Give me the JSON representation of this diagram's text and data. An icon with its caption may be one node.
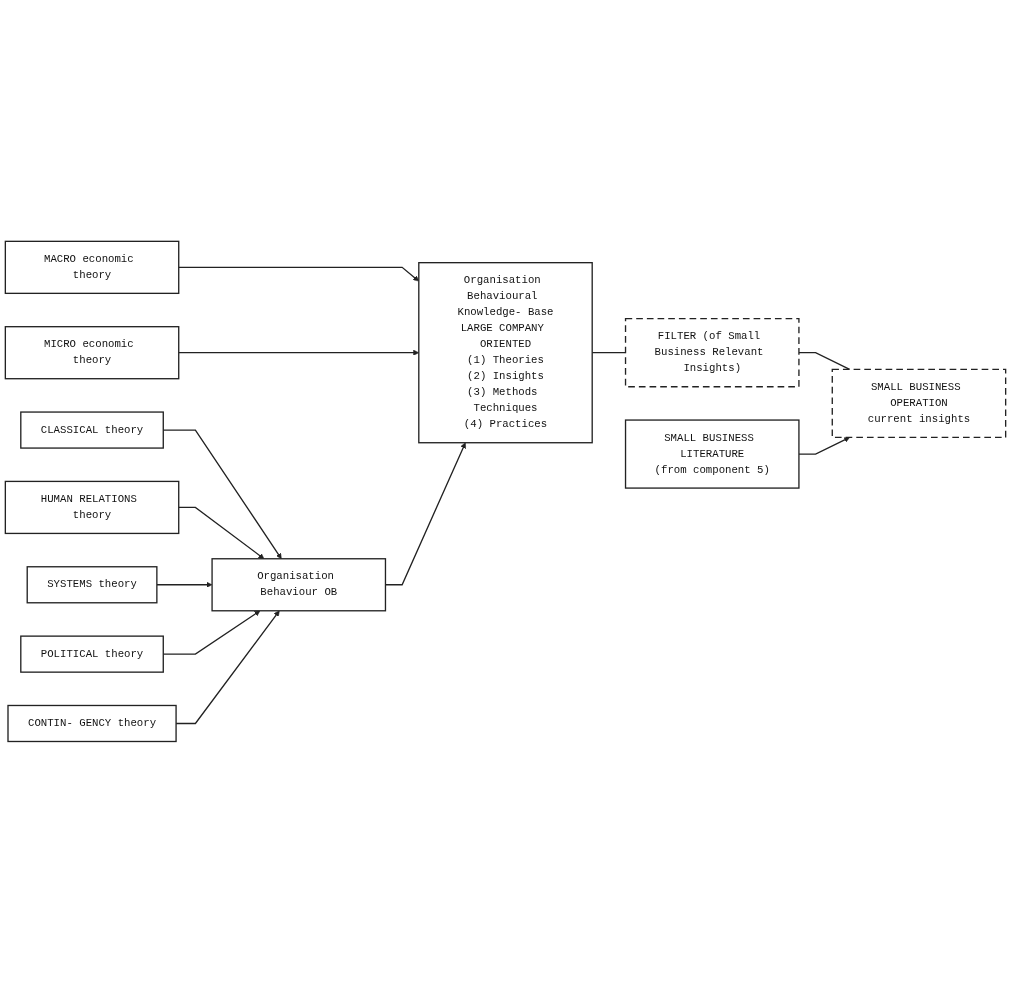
{
  "diagram": {
    "nodes": [
      {
        "text": [
          "MACRO economic theory"
        ]
      },
      {
        "text": [
          "MICRO economic theory"
        ]
      },
      {
        "text": [
          "CLASSICAL theory"
        ]
      },
      {
        "text": [
          "HUMAN RELATIONS theory"
        ]
      },
      {
        "text": [
          "SYSTEMS theory"
        ]
      },
      {
        "text": [
          "POLITICAL theory"
        ]
      },
      {
        "text": [
          "CONTIN- GENCY theory"
        ]
      },
      {
        "text": [
          "Organisation Behaviour OB"
        ]
      },
      {
        "text": [
          "Organisation Behavioural Knowledge- Base",
          "LARGE COMPANY ORIENTED",
          "(1) Theories",
          "(2) Insights",
          "(3) Methods Techniques",
          "(4) Practices"
        ]
      },
      {
        "text": [
          "SMALL BUSINESS LITERATURE",
          "(from component 5)"
        ]
      },
      {
        "text": [
          "FILTER (of Small Business Relevant Insights)"
        ]
      },
      {
        "text": [
          "SMALL BUSINESS OPERATION",
          "current insights"
        ]
      }
    ],
    "edges": [
      {
        "from": 0,
        "to": 8,
        "arrow": "to"
      },
      {
        "from": 1,
        "to": 8,
        "arrow": "to"
      },
      {
        "from": 2,
        "to": 7,
        "arrow": "to"
      },
      {
        "from": 3,
        "to": 7,
        "arrow": "to"
      },
      {
        "from": 4,
        "to": 7,
        "arrow": "to"
      },
      {
        "from": 5,
        "to": 7,
        "arrow": "to"
      },
      {
        "from": 6,
        "to": 7,
        "arrow": "to"
      },
      {
        "from": 7,
        "to": 8,
        "arrow": "to"
      },
      {
        "from": 8,
        "to": 10,
        "arrow": "none"
      },
      {
        "from": 10,
        "to": 11,
        "arrow": "none"
      },
      {
        "from": 9,
        "to": 11,
        "arrow": "to"
      }
    ]
  }
}
